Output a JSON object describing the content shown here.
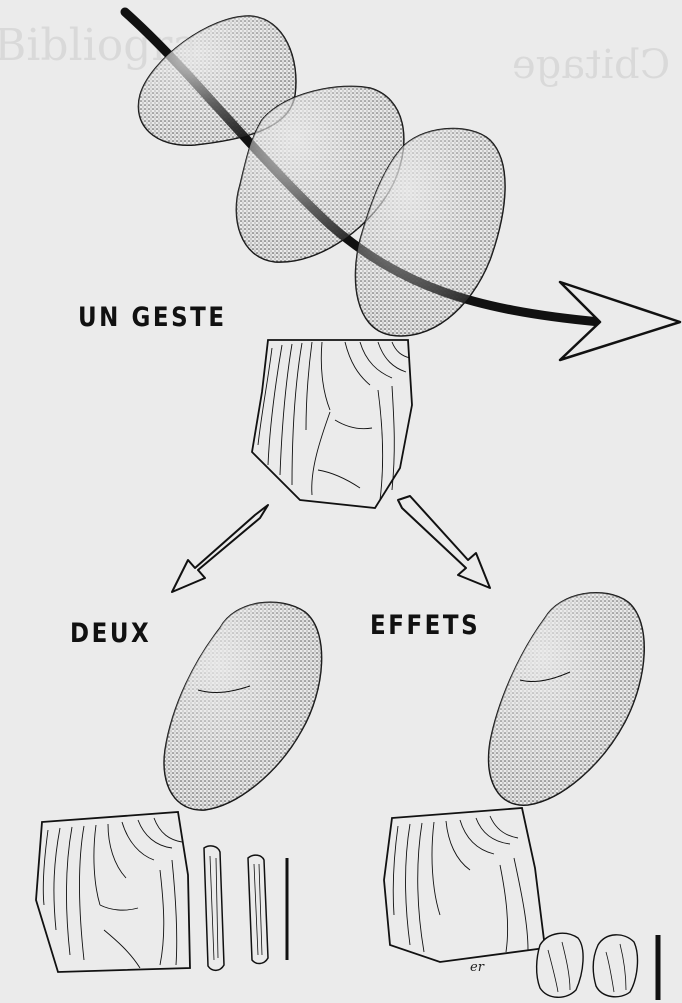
{
  "labels": {
    "one_gesture": "UN GESTE",
    "two": "DEUX",
    "effects": "EFFETS"
  },
  "show_through": {
    "title_left": "Bibliogra",
    "title_right": "Cbitage",
    "note": "ligne typographique illisible"
  },
  "signature": "er",
  "colors": {
    "paper": "#ebebeb",
    "ink": "#111111",
    "stipple": "#1a1a1a"
  },
  "icons": [
    "hammerstone-icon",
    "core-icon",
    "blade-icon",
    "flake-icon",
    "arrow-icon"
  ]
}
